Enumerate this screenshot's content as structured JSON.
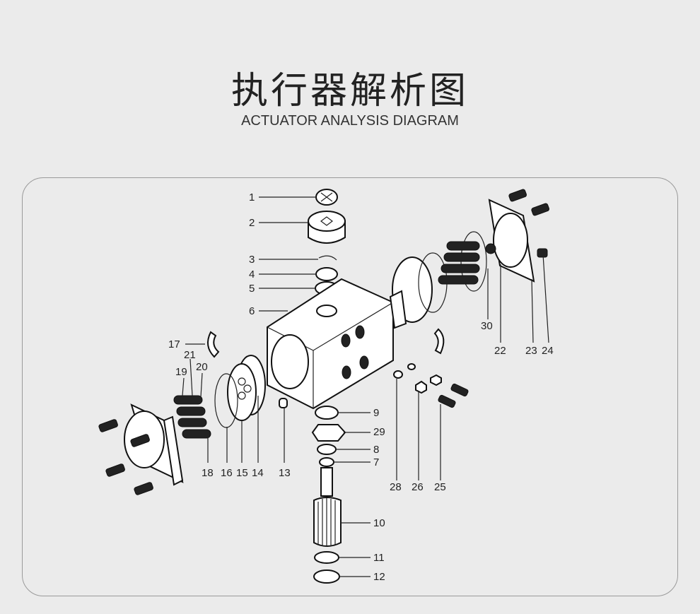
{
  "title_cn": "执行器解析图",
  "title_en": "ACTUATOR ANALYSIS DIAGRAM",
  "part_labels": [
    "1",
    "2",
    "3",
    "4",
    "5",
    "6",
    "7",
    "8",
    "9",
    "10",
    "11",
    "12",
    "13",
    "14",
    "15",
    "16",
    "17",
    "18",
    "19",
    "20",
    "21",
    "22",
    "23",
    "24",
    "25",
    "26",
    "28",
    "29",
    "30"
  ]
}
